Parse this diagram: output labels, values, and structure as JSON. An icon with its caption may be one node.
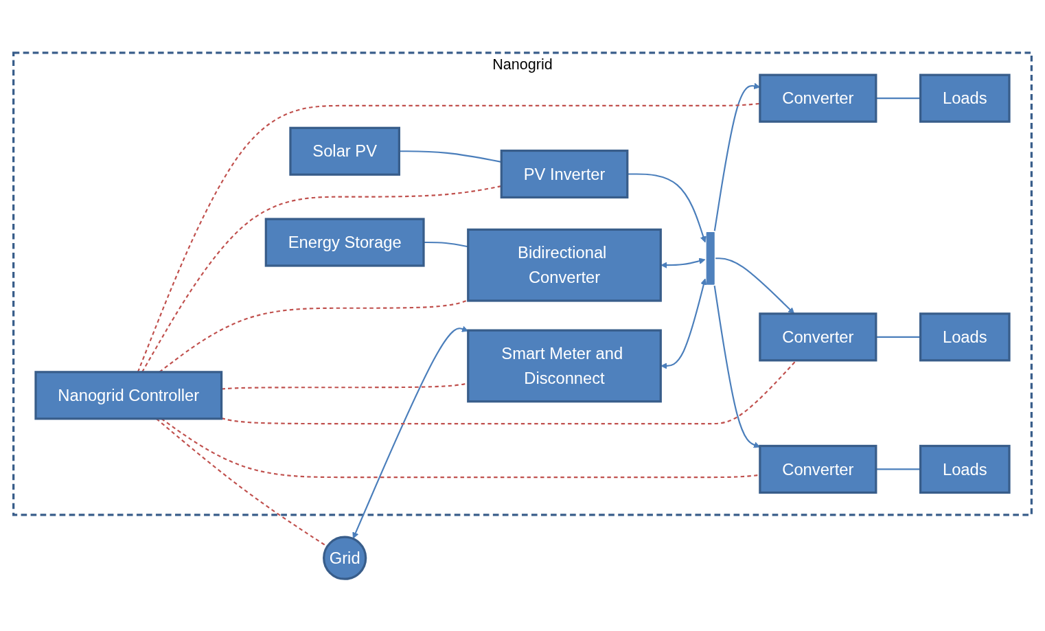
{
  "diagram": {
    "nodes": [
      {
        "text": [
          "Nanogrid"
        ]
      },
      {
        "text": [
          "Solar PV"
        ],
        "in": 0
      },
      {
        "text": [
          "PV Inverter"
        ],
        "in": 0
      },
      {
        "text": [
          "Energy Storage"
        ],
        "in": 0
      },
      {
        "text": [
          "Bidirectional Converter"
        ],
        "in": 0
      },
      {
        "text": [
          "Smart Meter and Disconnect"
        ],
        "in": 0
      },
      {
        "text": [],
        "shape": "bar",
        "in": 0
      },
      {
        "text": [
          "Converter"
        ],
        "in": 0
      },
      {
        "text": [
          "Loads"
        ],
        "in": 0
      },
      {
        "text": [
          "Converter"
        ],
        "in": 0
      },
      {
        "text": [
          "Loads"
        ],
        "in": 0
      },
      {
        "text": [
          "Converter"
        ],
        "in": 0
      },
      {
        "text": [
          "Loads"
        ],
        "in": 0
      },
      {
        "text": [
          "Nanogrid Controller"
        ],
        "in": 0
      },
      {
        "text": [
          "Grid"
        ]
      }
    ],
    "edges": [
      {
        "from": 1,
        "to": 2,
        "arrow": "none"
      },
      {
        "from": 2,
        "to": 6,
        "arrow": "to"
      },
      {
        "from": 3,
        "to": 4,
        "arrow": "none"
      },
      {
        "from": 4,
        "to": 6,
        "arrow": "both"
      },
      {
        "from": 14,
        "to": 5,
        "arrow": "both"
      },
      {
        "from": 5,
        "to": 6,
        "arrow": "both"
      },
      {
        "from": 6,
        "to": 7,
        "arrow": "to"
      },
      {
        "from": 6,
        "to": 9,
        "arrow": "to"
      },
      {
        "from": 6,
        "to": 11,
        "arrow": "to"
      },
      {
        "from": 7,
        "to": 8,
        "arrow": "none"
      },
      {
        "from": 9,
        "to": 10,
        "arrow": "none"
      },
      {
        "from": 11,
        "to": 12,
        "arrow": "none"
      },
      {
        "from": 13,
        "to": 14,
        "arrow": "none",
        "style": "dashed",
        "color": "#c0504d"
      },
      {
        "from": 13,
        "to": 5,
        "arrow": "none",
        "style": "dashed",
        "color": "#c0504d"
      },
      {
        "from": 13,
        "to": 2,
        "arrow": "none",
        "style": "dashed",
        "color": "#c0504d"
      },
      {
        "from": 13,
        "to": 4,
        "arrow": "none",
        "style": "dashed",
        "color": "#c0504d"
      },
      {
        "from": 13,
        "to": 7,
        "arrow": "none",
        "style": "dashed",
        "color": "#c0504d"
      },
      {
        "from": 13,
        "to": 9,
        "arrow": "none",
        "style": "dashed",
        "color": "#c0504d"
      },
      {
        "from": 13,
        "to": 11,
        "arrow": "none",
        "style": "dashed",
        "color": "#c0504d"
      }
    ]
  }
}
